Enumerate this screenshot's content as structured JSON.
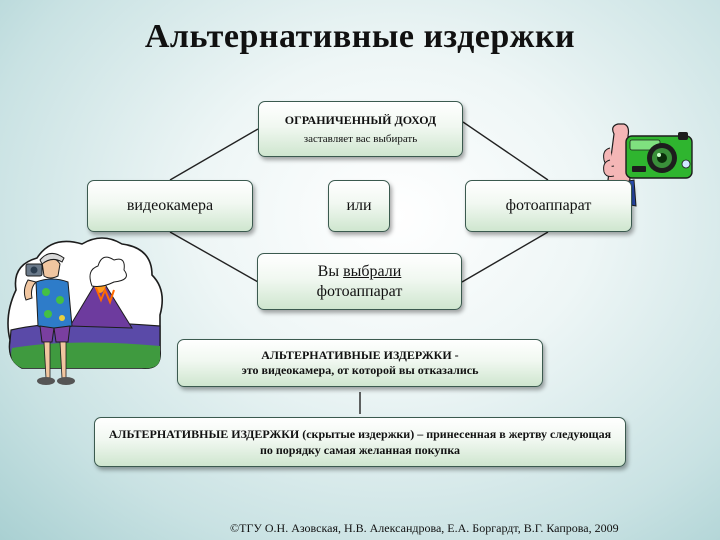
{
  "title": "Альтернативные издержки",
  "boxes": {
    "limited_income_line1": "ОГРАНИЧЕННЫЙ ДОХОД",
    "limited_income_line2": "заставляет вас выбирать",
    "video_camera": "видеокамера",
    "or": "или",
    "photo_camera": "фотоаппарат",
    "chose_pre": "Вы ",
    "chose_verb": "выбрали",
    "chose_line2": "фотоаппарат",
    "alt_costs_line1": "АЛЬТЕРНАТИВНЫЕ ИЗДЕРЖКИ -",
    "alt_costs_line2": "это видеокамера, от которой вы отказались",
    "hidden_costs": "АЛЬТЕРНАТИВНЫЕ ИЗДЕРЖКИ (скрытые издержки) – принесенная в жертву следующая по порядку самая желанная покупка"
  },
  "footer": "©ТГУ   О.Н. Азовская, Н.В. Александрова, Е.А. Боргардт, В.Г. Капрова, 2009",
  "colors": {
    "box_border": "#3b5a4f",
    "box_fill_bottom": "#cfe6cf",
    "connector": "#222222"
  },
  "clipart": [
    "tourist-with-camera-illustration",
    "hand-holding-camera-illustration"
  ]
}
